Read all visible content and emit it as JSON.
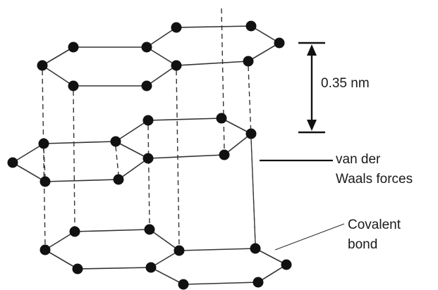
{
  "labels": {
    "spacing": "0.35 nm",
    "vdw_line1": "van der",
    "vdw_line2": "Waals forces",
    "covalent_line1": "Covalent",
    "covalent_line2": "bond"
  }
}
